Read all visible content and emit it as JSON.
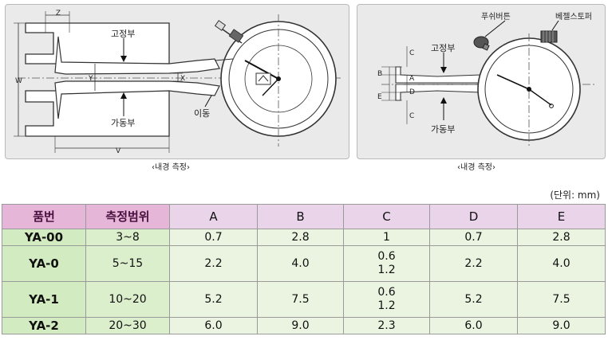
{
  "diagram_left": {
    "labels": {
      "fixed": "고정부",
      "movable": "가동부",
      "moving": "이동",
      "z": "Z",
      "w": "W",
      "y": "Y",
      "x": "X",
      "v": "V"
    },
    "caption": "‹내경 측정›"
  },
  "diagram_right": {
    "labels": {
      "push_button": "푸쉬버튼",
      "bezel_stopper": "베젤스토퍼",
      "fixed": "고정부",
      "movable": "가동부",
      "c_top": "C",
      "c_bottom": "C",
      "b": "B",
      "a": "A",
      "e": "E",
      "d": "D"
    },
    "caption": "‹내경 측정›"
  },
  "unit_note": "(단위: mm)",
  "table": {
    "headers": [
      "품번",
      "측정범위",
      "A",
      "B",
      "C",
      "D",
      "E"
    ],
    "rows": [
      {
        "model": "YA-00",
        "range": "3~8",
        "a": "0.7",
        "b": "2.8",
        "c": [
          "1"
        ],
        "d": "0.7",
        "e": "2.8"
      },
      {
        "model": "YA-0",
        "range": "5~15",
        "a": "2.2",
        "b": "4.0",
        "c": [
          "0.6",
          "1.2"
        ],
        "d": "2.2",
        "e": "4.0"
      },
      {
        "model": "YA-1",
        "range": "10~20",
        "a": "5.2",
        "b": "7.5",
        "c": [
          "0.6",
          "1.2"
        ],
        "d": "5.2",
        "e": "7.5"
      },
      {
        "model": "YA-2",
        "range": "20~30",
        "a": "6.0",
        "b": "9.0",
        "c": [
          "2.3"
        ],
        "d": "6.0",
        "e": "9.0"
      }
    ]
  }
}
